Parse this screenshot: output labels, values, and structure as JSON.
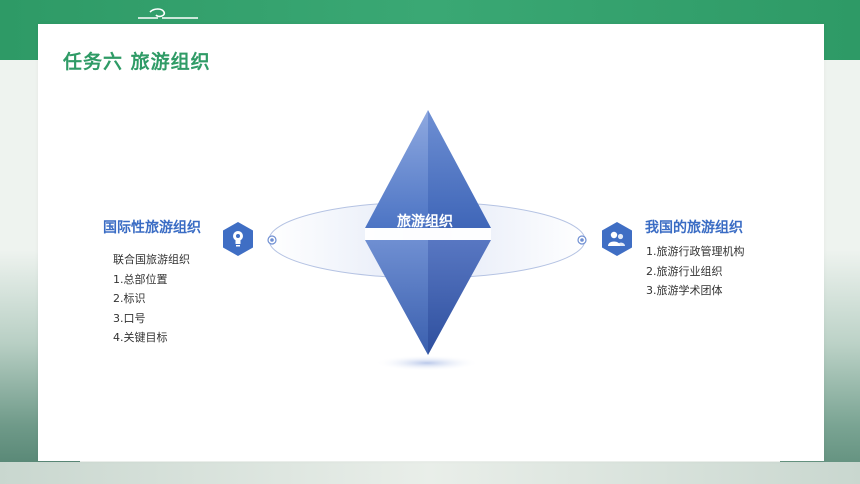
{
  "slide": {
    "title": "任务六  旅游组织"
  },
  "diagram": {
    "center_label": "旅游组织",
    "left": {
      "heading": "国际性旅游组织",
      "icon": "lightbulb-icon",
      "items": [
        "联合国旅游组织",
        "1.总部位置",
        "2.标识",
        "3.口号",
        "4.关键目标"
      ]
    },
    "right": {
      "heading": "我国的旅游组织",
      "icon": "users-icon",
      "items": [
        "1.旅游行政管理机构",
        "2.旅游行业组织",
        "3.旅游学术团体"
      ]
    }
  },
  "colors": {
    "brand_green": "#2f9b66",
    "heading_blue": "#3a6cc4",
    "diamond_blue": "#5a82cc"
  }
}
